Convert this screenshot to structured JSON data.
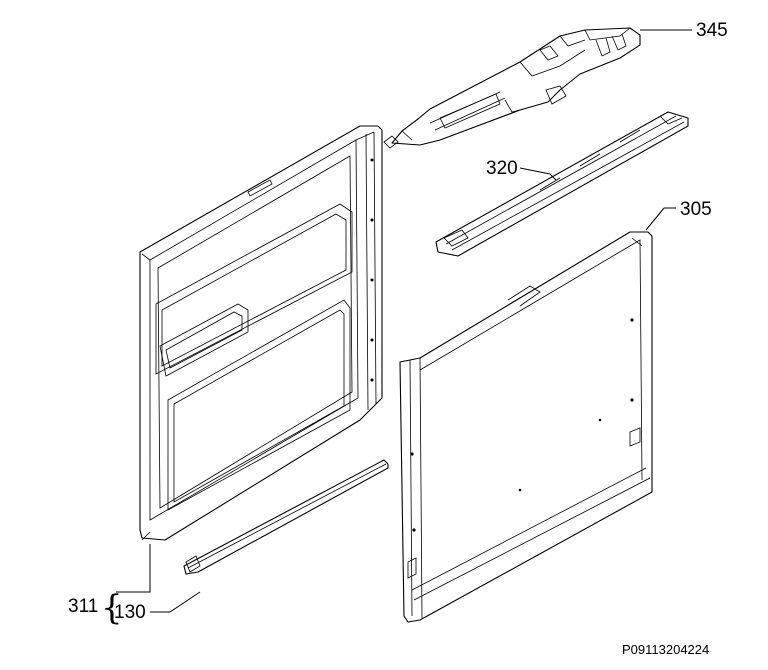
{
  "labels": {
    "p345": "345",
    "p320": "320",
    "p305": "305",
    "p311": "311",
    "p130": "130"
  },
  "drawing_code": "P09113204224"
}
